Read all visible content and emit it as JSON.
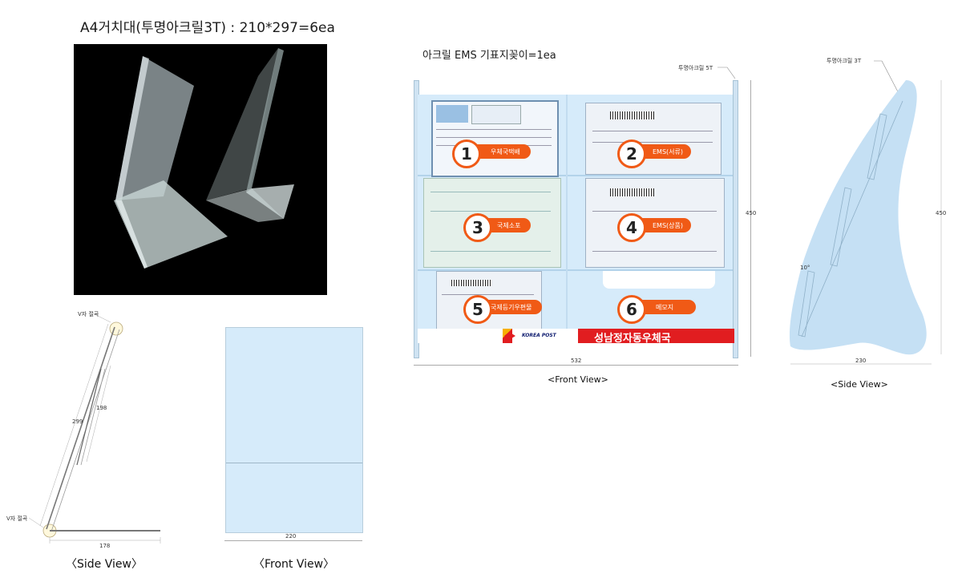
{
  "a4_stand": {
    "title": "A4거치대(투명아크릴3T) : 210*297=6ea",
    "side_view": {
      "caption": "〈Side View〉",
      "v_cut_top": "V자 절곡",
      "v_cut_bottom": "V자 절곡",
      "dim_length_outer": "299",
      "dim_length_inner": "198",
      "dim_base": "178"
    },
    "front_view": {
      "caption": "〈Front View〉",
      "dim_width": "220"
    }
  },
  "ems_holder": {
    "title": "아크릴 EMS 기표지꽂이=1ea",
    "material_note": "투명아크릴 5T",
    "front_view": {
      "caption": "<Front View>",
      "dim_width": "532",
      "dim_height": "450",
      "slots": [
        {
          "number": "1",
          "label": "우체국택배"
        },
        {
          "number": "2",
          "label": "EMS(서류)"
        },
        {
          "number": "3",
          "label": "국제소포"
        },
        {
          "number": "4",
          "label": "EMS(상품)"
        },
        {
          "number": "5",
          "label": "국제등기우편물"
        },
        {
          "number": "6",
          "label": "메모지"
        }
      ],
      "banner_logo": "KOREA POST",
      "banner_text": "성남정자동우체국"
    },
    "side_view": {
      "caption": "<Side View>",
      "material_note": "투명아크릴 3T",
      "dim_height": "450",
      "dim_width": "230",
      "angle": "10°"
    }
  },
  "colors": {
    "acrylic_light": "#d6ebfa",
    "acrylic_side": "#c5e0f4",
    "badge_orange": "#f05a16",
    "banner_red": "#e11d20"
  }
}
